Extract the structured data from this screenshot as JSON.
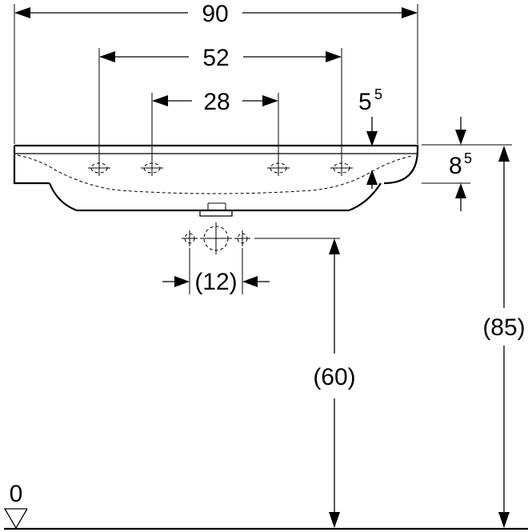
{
  "drawing": {
    "dimensions": {
      "overall_width": "90",
      "outer_holes": "52",
      "inner_holes": "28",
      "rim_offset_base": "5",
      "rim_offset_sup": "5",
      "rim_height_base": "8",
      "rim_height_sup": "5",
      "drain_spacing": "(12)",
      "drain_height": "(60)",
      "total_height": "(85)",
      "floor_level": "0"
    }
  }
}
